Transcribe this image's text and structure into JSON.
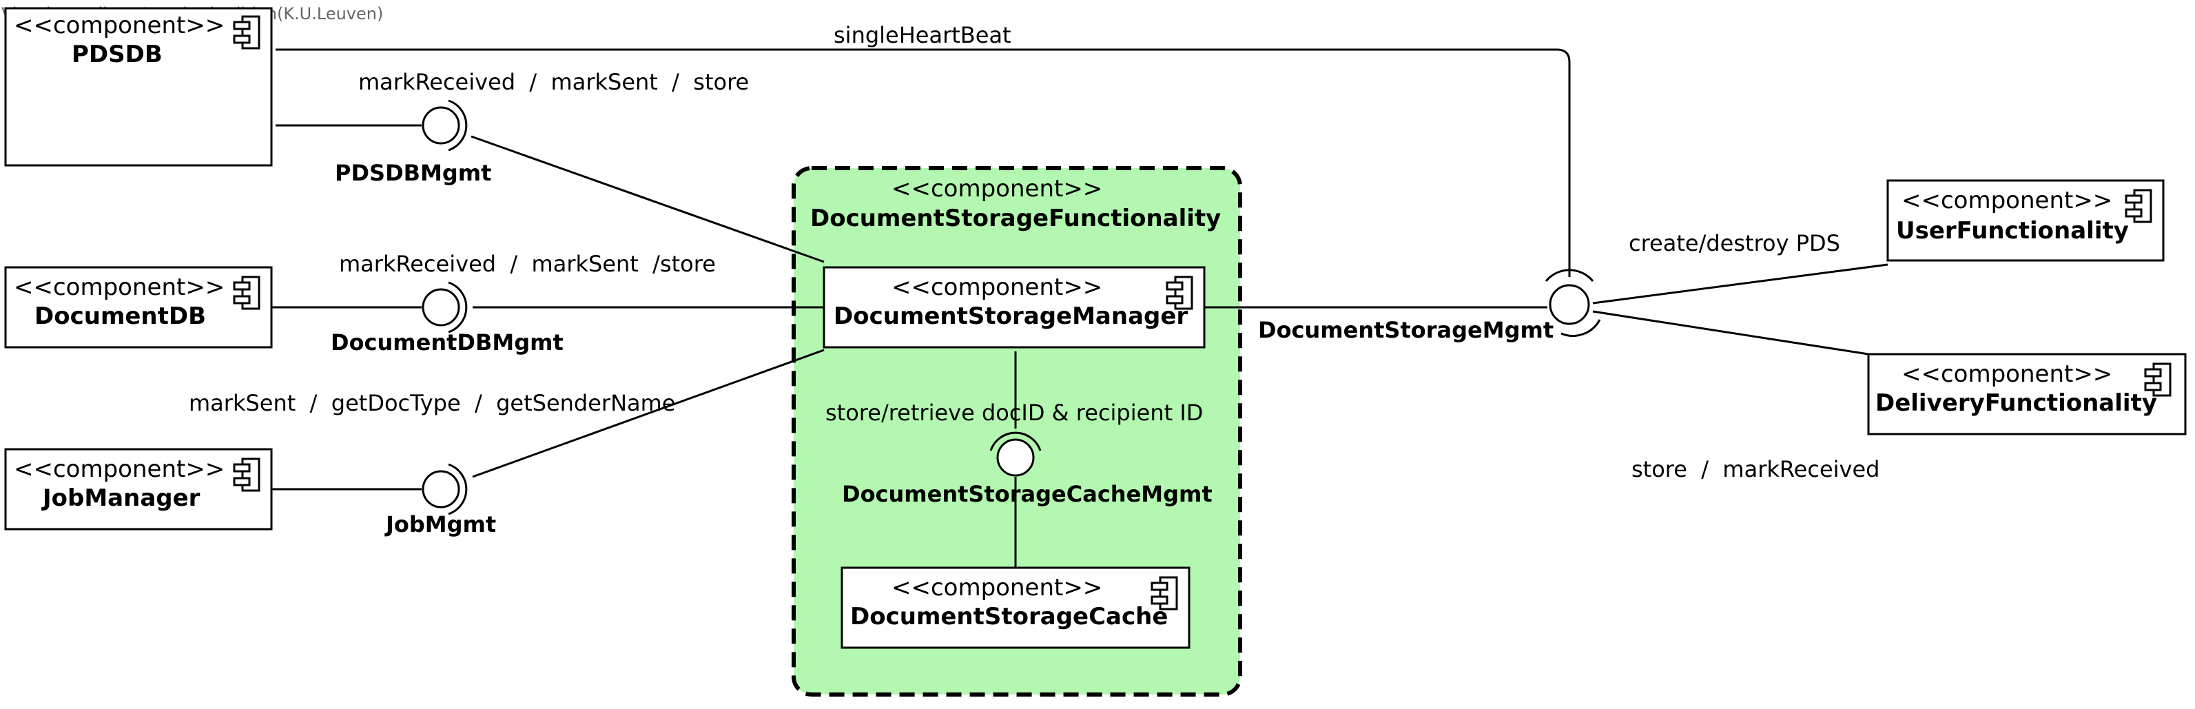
{
  "watermark": "Visual Paradigm Standard Edition(K.U.Leuven)",
  "colors": {
    "container_fill": "#b3f7b0",
    "line": "#000000",
    "box_fill": "#ffffff"
  },
  "stereotype": "<<component>>",
  "container": {
    "name": "DocumentStorageFunctionality"
  },
  "components": {
    "pdsdb": "PDSDB",
    "document_db": "DocumentDB",
    "job_manager": "JobManager",
    "storage_manager": "DocumentStorageManager",
    "storage_cache": "DocumentStorageCache",
    "user_functionality": "UserFunctionality",
    "delivery_functionality": "DeliveryFunctionality"
  },
  "interfaces": {
    "pdsdb_mgmt": "PDSDBMgmt",
    "document_db_mgmt": "DocumentDBMgmt",
    "job_mgmt": "JobMgmt",
    "storage_cache_mgmt": "DocumentStorageCacheMgmt",
    "storage_mgmt": "DocumentStorageMgmt"
  },
  "labels": {
    "single_heartbeat": "singleHeartBeat",
    "pdsdb_ops": "markReceived  /  markSent  /  store",
    "document_db_ops": "markReceived  /  markSent  /store",
    "job_ops": "markSent  /  getDocType  /  getSenderName",
    "cache_ops": "store/retrieve docID & recipient ID",
    "create_destroy": "create/destroy PDS",
    "store_mark": "store  /  markReceived"
  }
}
